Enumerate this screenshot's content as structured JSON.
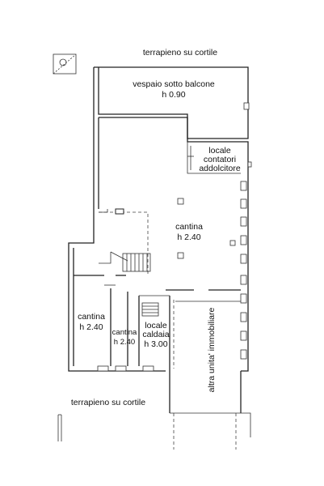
{
  "labels": {
    "top_terrace": "terrapieno  su  cortile",
    "bottom_terrace": "terrapieno  su  cortile",
    "vespaio_name": "vespaio sotto balcone",
    "vespaio_height": "h 0.90",
    "locale_line1": "locale",
    "locale_line2": "contatori",
    "locale_line3": "addolcitore",
    "cantina_main_name": "cantina",
    "cantina_main_height": "h 2.40",
    "cantina_left_name": "cantina",
    "cantina_left_height": "h 2.40",
    "cantina_mid_name": "cantina",
    "cantina_mid_height": "h 2.40",
    "caldaia_line1": "locale",
    "caldaia_line2": "caldaia",
    "caldaia_height": "h 3.00",
    "altra_unita": "altra unita' immobiliare"
  },
  "colors": {
    "wall": "#222222",
    "text": "#111111",
    "background": "#ffffff"
  },
  "icons": {
    "compass": "north-arrow-icon"
  }
}
